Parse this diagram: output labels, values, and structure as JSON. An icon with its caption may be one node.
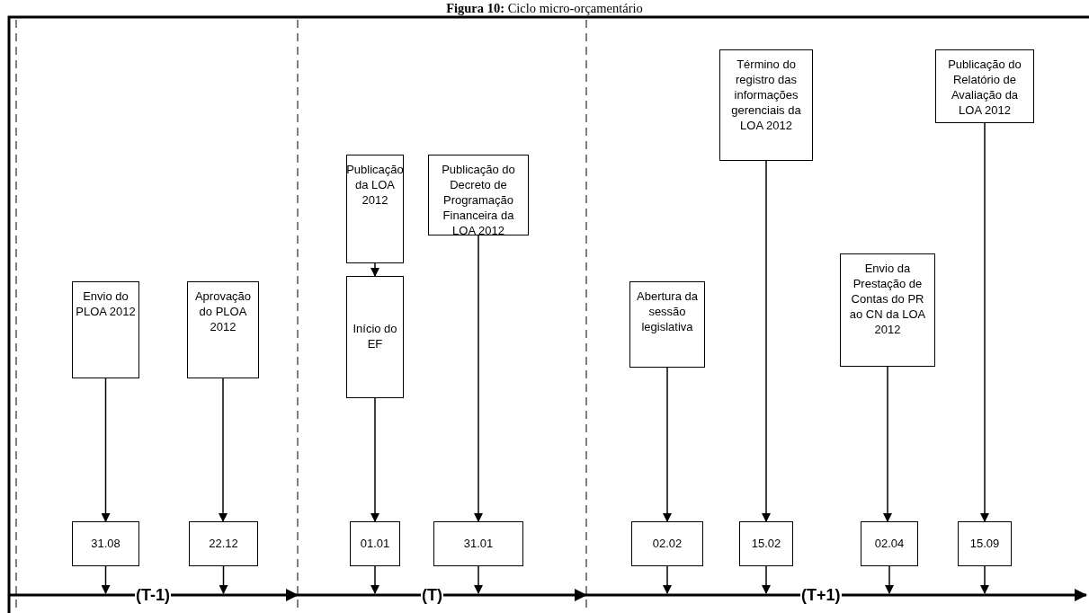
{
  "diagram": {
    "title": "**Figura 10:** Ciclo micro-orçamentário",
    "nodes": [
      {
        "text": [
          "Envio do PLOA 2012"
        ]
      },
      {
        "text": [
          "Aprovação do PLOA 2012"
        ]
      },
      {
        "text": [
          "Publicação da LOA 2012"
        ]
      },
      {
        "text": [
          "Publicação do Decreto de Programação Financeira da LOA 2012"
        ]
      },
      {
        "text": [
          "Início do EF"
        ]
      },
      {
        "text": [
          "Abertura da sessão legislativa"
        ]
      },
      {
        "text": [
          "Término do registro das informações gerenciais da LOA 2012"
        ]
      },
      {
        "text": [
          "Envio da Prestação de Contas do PR ao CN da LOA 2012"
        ]
      },
      {
        "text": [
          "Publicação do Relatório de Avaliação da LOA 2012"
        ]
      },
      {
        "text": [
          "31.08"
        ]
      },
      {
        "text": [
          "22.12"
        ]
      },
      {
        "text": [
          "01.01"
        ]
      },
      {
        "text": [
          "31.01"
        ]
      },
      {
        "text": [
          "02.02"
        ]
      },
      {
        "text": [
          "15.02"
        ]
      },
      {
        "text": [
          "02.04"
        ]
      },
      {
        "text": [
          "15.09"
        ]
      }
    ],
    "edges": [
      {
        "from": 0,
        "to": 9,
        "arrow": "to"
      },
      {
        "from": 1,
        "to": 10,
        "arrow": "to"
      },
      {
        "from": 2,
        "to": 4,
        "arrow": "to"
      },
      {
        "from": 4,
        "to": 11,
        "arrow": "to"
      },
      {
        "from": 3,
        "to": 12,
        "arrow": "to"
      },
      {
        "from": 5,
        "to": 13,
        "arrow": "to"
      },
      {
        "from": 6,
        "to": 14,
        "arrow": "to"
      },
      {
        "from": 7,
        "to": 15,
        "arrow": "to"
      },
      {
        "from": 8,
        "to": 16,
        "arrow": "to"
      },
      {
        "from": 9,
        "to": null,
        "arrow": "to"
      },
      {
        "from": 10,
        "to": null,
        "arrow": "to"
      },
      {
        "from": 11,
        "to": null,
        "arrow": "to"
      },
      {
        "from": 12,
        "to": null,
        "arrow": "to"
      },
      {
        "from": 13,
        "to": null,
        "arrow": "to"
      },
      {
        "from": 14,
        "to": null,
        "arrow": "to"
      },
      {
        "from": 15,
        "to": null,
        "arrow": "to"
      },
      {
        "from": 16,
        "to": null,
        "arrow": "to"
      }
    ],
    "labels": [
      "(T-1)",
      "(T)",
      "(T+1)"
    ]
  }
}
